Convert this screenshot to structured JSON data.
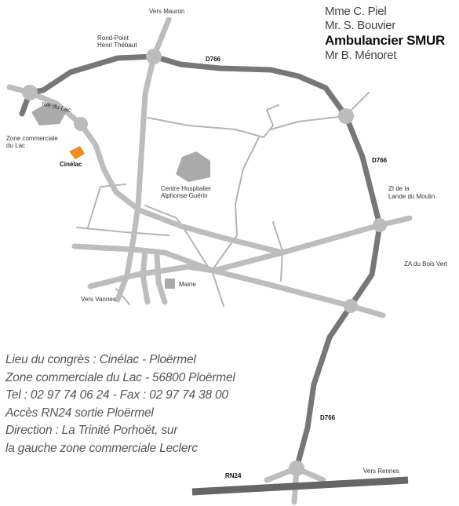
{
  "contacts": [
    "Mme C. Piel",
    "Mr. S. Bouvier",
    "Ambulancier SMUR",
    "Mr B. Ménoret"
  ],
  "info_lines": [
    "Lieu du congrès : Cinélac - Ploërmel",
    "Zone commerciale du Lac - 56800 Ploërmel",
    "Tel : 02 97 74 06 24 - Fax : 02 97 74 38 00",
    "Accès RN24 sortie Ploërmel",
    "Direction : La Trinité Porhoët, sur",
    "la gauche zone commerciale Leclerc"
  ],
  "map_labels": {
    "vers_mauron": "Vers Mauron",
    "rond_point_1": "Rond-Point",
    "rond_point_2": "Henri Thébaut",
    "d766_top": "D766",
    "rue_du_lac": "rue du Lac",
    "zone_commerciale_1": "Zone commerciale",
    "zone_commerciale_2": "du Lac",
    "cinelac": "Cinélac",
    "d766_right": "D766",
    "zi_1": "ZI de la",
    "zi_2": "Lande du Moulin",
    "hopital_1": "Centre Hospitalier",
    "hopital_2": "Alphonse Guérin",
    "za_bois_vert": "ZA du Bois Vert",
    "mairie": "Mairie",
    "vers_vannes": "Vers Vannes",
    "d766_bottom": "D766",
    "rn24": "RN24",
    "vers_rennes": "Vers Rennes"
  },
  "colors": {
    "major_road": "#777777",
    "minor_road": "#bdbdbd",
    "thin_road": "#b0b0b0",
    "cinelac_marker": "#f28c1c",
    "zones": "#aaaaaa",
    "roundabout": "#bcbcbc"
  }
}
